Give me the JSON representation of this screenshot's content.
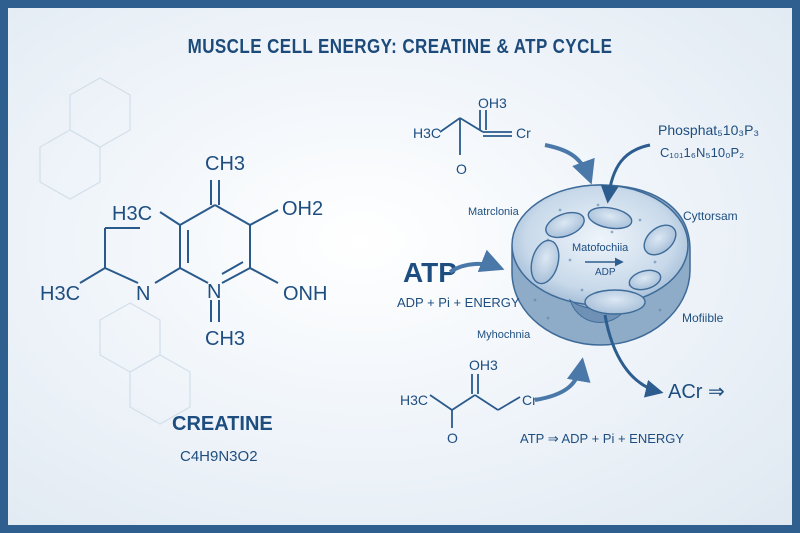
{
  "title": "MUSCLE CELL ENERGY: CREATINE & ATP CYCLE",
  "creatine": {
    "name": "CREATINE",
    "formula": "C4H9N3O2",
    "labels": {
      "ch3_top": "CH3",
      "h3c_left": "H3C",
      "oh2": "OH2",
      "h3c_bottom": "H3C",
      "n_left": "N",
      "n_ring": "N",
      "onh": "ONH",
      "ch3_bottom": "CH3"
    }
  },
  "top_molecule": {
    "oh3": "OH3",
    "h3c": "H3C",
    "cr": "Cr",
    "o": "O"
  },
  "bottom_molecule": {
    "oh3": "OH3",
    "h3c": "H3C",
    "cr": "Cr",
    "o": "O"
  },
  "phosphate": {
    "line1": "Phosphat₅10₃P₃",
    "line2": "C₁₀₁1₆N₅10₀P₂"
  },
  "cell": {
    "matrix_label": "Matrclonia",
    "cytosol_label": "Cyttorsam",
    "mito_label": "Matofochiia",
    "adp_label": "ADP",
    "mitochondria_label": "Myhochnia",
    "myofibril_label": "Mofiible"
  },
  "atp": {
    "label": "ATP",
    "reaction": "ADP + Pi + ENERGY"
  },
  "acr": {
    "label": "ACr ⇒"
  },
  "bottom_reaction": "ATP ⇒ ADP + Pi + ENERGY"
}
